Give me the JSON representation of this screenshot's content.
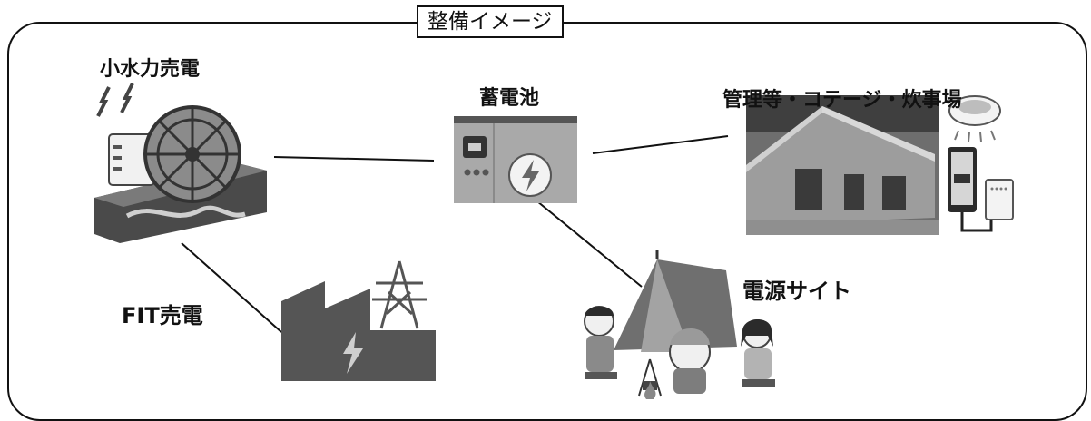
{
  "title": "整備イメージ",
  "labels": {
    "hydro": "小水力売電",
    "battery": "蓄電池",
    "facilities": "管理等・コテージ・炊事場",
    "fit": "FIT売電",
    "campsite": "電源サイト"
  },
  "icons": {
    "hydro": "water-wheel-generator-icon",
    "battery": "battery-storage-icon",
    "facilities": "cottage-photo",
    "lighting": "ceiling-light-icon",
    "phone": "smartphone-charging-icon",
    "powerbank": "power-bank-icon",
    "fit": "factory-power-tower-icon",
    "campsite": "tent-campers-icon"
  }
}
